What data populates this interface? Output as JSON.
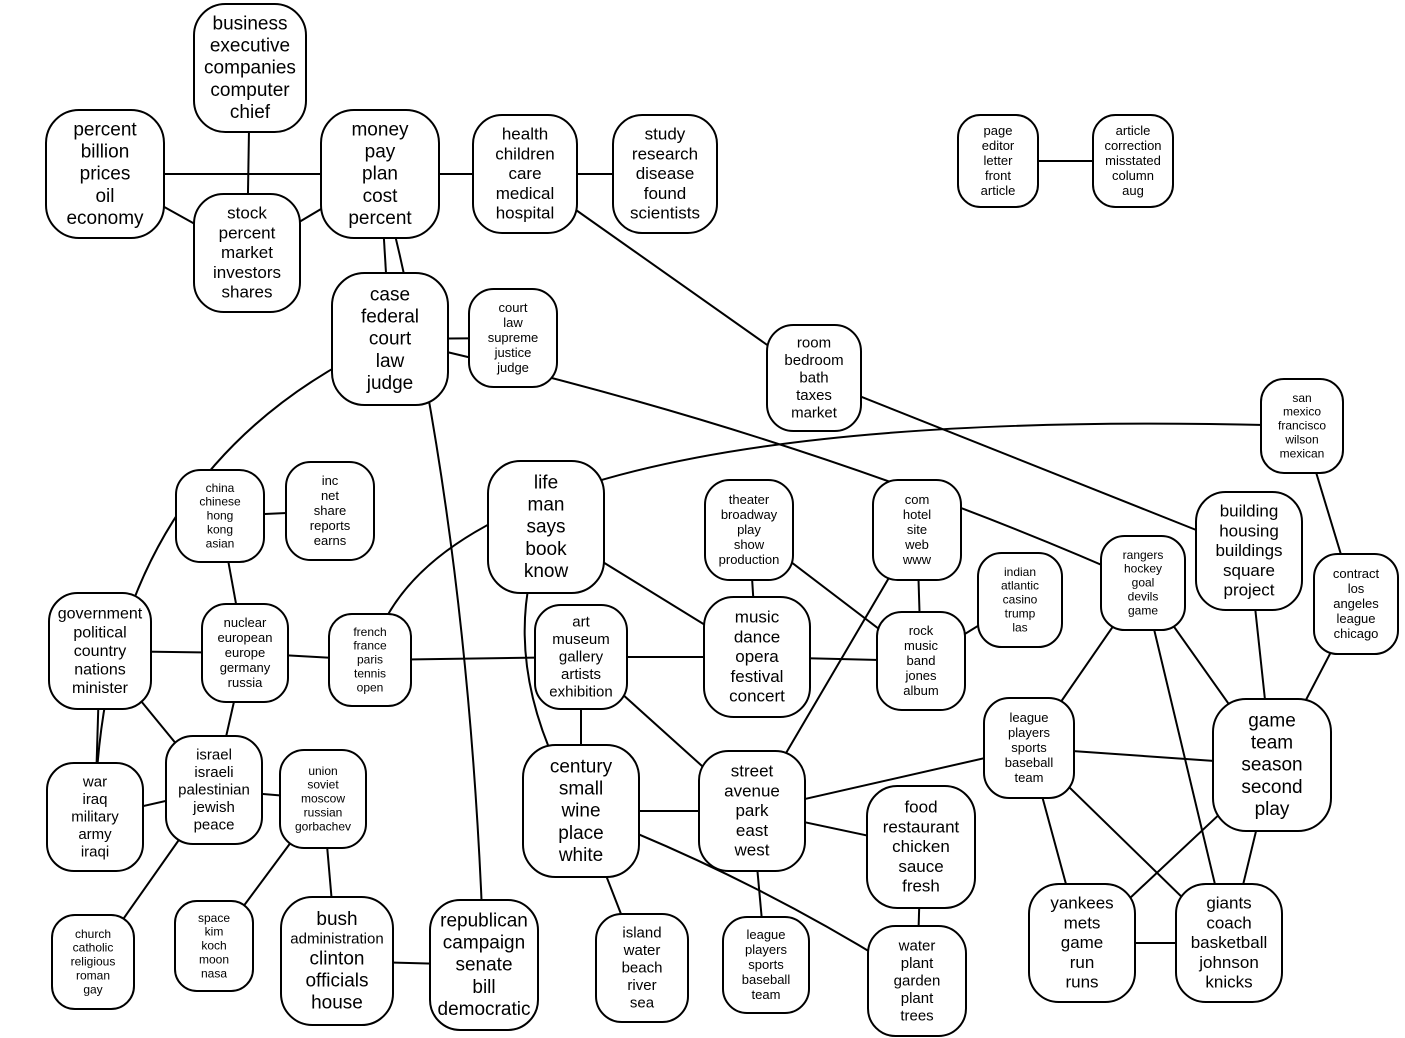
{
  "nodes": [
    {
      "id": "business",
      "words": [
        "business",
        "executive",
        "companies",
        "computer",
        "chief"
      ]
    },
    {
      "id": "percent_billion",
      "words": [
        "percent",
        "billion",
        "prices",
        "oil",
        "economy"
      ]
    },
    {
      "id": "stock",
      "words": [
        "stock",
        "percent",
        "market",
        "investors",
        "shares"
      ]
    },
    {
      "id": "money",
      "words": [
        "money",
        "pay",
        "plan",
        "cost",
        "percent"
      ]
    },
    {
      "id": "health",
      "words": [
        "health",
        "children",
        "care",
        "medical",
        "hospital"
      ]
    },
    {
      "id": "study",
      "words": [
        "study",
        "research",
        "disease",
        "found",
        "scientists"
      ]
    },
    {
      "id": "page",
      "words": [
        "page",
        "editor",
        "letter",
        "front",
        "article"
      ]
    },
    {
      "id": "article",
      "words": [
        "article",
        "correction",
        "misstated",
        "column",
        "aug"
      ]
    },
    {
      "id": "case",
      "words": [
        "case",
        "federal",
        "court",
        "law",
        "judge"
      ]
    },
    {
      "id": "court",
      "words": [
        "court",
        "law",
        "supreme",
        "justice",
        "judge"
      ]
    },
    {
      "id": "room",
      "words": [
        "room",
        "bedroom",
        "bath",
        "taxes",
        "market"
      ]
    },
    {
      "id": "san",
      "words": [
        "san",
        "mexico",
        "francisco",
        "wilson",
        "mexican"
      ]
    },
    {
      "id": "china",
      "words": [
        "china",
        "chinese",
        "hong",
        "kong",
        "asian"
      ]
    },
    {
      "id": "inc",
      "words": [
        "inc",
        "net",
        "share",
        "reports",
        "earns"
      ]
    },
    {
      "id": "life",
      "words": [
        "life",
        "man",
        "says",
        "book",
        "know"
      ]
    },
    {
      "id": "theater",
      "words": [
        "theater",
        "broadway",
        "play",
        "show",
        "production"
      ]
    },
    {
      "id": "com",
      "words": [
        "com",
        "hotel",
        "site",
        "web",
        "www"
      ]
    },
    {
      "id": "indian",
      "words": [
        "indian",
        "atlantic",
        "casino",
        "trump",
        "las"
      ]
    },
    {
      "id": "rangers",
      "words": [
        "rangers",
        "hockey",
        "goal",
        "devils",
        "game"
      ]
    },
    {
      "id": "building",
      "words": [
        "building",
        "housing",
        "buildings",
        "square",
        "project"
      ]
    },
    {
      "id": "contract",
      "words": [
        "contract",
        "los",
        "angeles",
        "league",
        "chicago"
      ]
    },
    {
      "id": "government",
      "words": [
        "government",
        "political",
        "country",
        "nations",
        "minister"
      ]
    },
    {
      "id": "nuclear",
      "words": [
        "nuclear",
        "european",
        "europe",
        "germany",
        "russia"
      ]
    },
    {
      "id": "french",
      "words": [
        "french",
        "france",
        "paris",
        "tennis",
        "open"
      ]
    },
    {
      "id": "art",
      "words": [
        "art",
        "museum",
        "gallery",
        "artists",
        "exhibition"
      ]
    },
    {
      "id": "music",
      "words": [
        "music",
        "dance",
        "opera",
        "festival",
        "concert"
      ]
    },
    {
      "id": "rock",
      "words": [
        "rock",
        "music",
        "band",
        "jones",
        "album"
      ]
    },
    {
      "id": "league_a",
      "words": [
        "league",
        "players",
        "sports",
        "baseball",
        "team"
      ]
    },
    {
      "id": "game",
      "words": [
        "game",
        "team",
        "season",
        "second",
        "play"
      ]
    },
    {
      "id": "war",
      "words": [
        "war",
        "iraq",
        "military",
        "army",
        "iraqi"
      ]
    },
    {
      "id": "israel",
      "words": [
        "israel",
        "israeli",
        "palestinian",
        "jewish",
        "peace"
      ]
    },
    {
      "id": "union",
      "words": [
        "union",
        "soviet",
        "moscow",
        "russian",
        "gorbachev"
      ]
    },
    {
      "id": "century",
      "words": [
        "century",
        "small",
        "wine",
        "place",
        "white"
      ]
    },
    {
      "id": "street",
      "words": [
        "street",
        "avenue",
        "park",
        "east",
        "west"
      ]
    },
    {
      "id": "food",
      "words": [
        "food",
        "restaurant",
        "chicken",
        "sauce",
        "fresh"
      ]
    },
    {
      "id": "church",
      "words": [
        "church",
        "catholic",
        "religious",
        "roman",
        "gay"
      ]
    },
    {
      "id": "space",
      "words": [
        "space",
        "kim",
        "koch",
        "moon",
        "nasa"
      ]
    },
    {
      "id": "bush",
      "words": [
        "bush",
        "administration",
        "clinton",
        "officials",
        "house"
      ]
    },
    {
      "id": "republican",
      "words": [
        "republican",
        "campaign",
        "senate",
        "bill",
        "democratic"
      ]
    },
    {
      "id": "island",
      "words": [
        "island",
        "water",
        "beach",
        "river",
        "sea"
      ]
    },
    {
      "id": "league_b",
      "words": [
        "league",
        "players",
        "sports",
        "baseball",
        "team"
      ]
    },
    {
      "id": "water",
      "words": [
        "water",
        "plant",
        "garden",
        "plant",
        "trees"
      ]
    },
    {
      "id": "yankees",
      "words": [
        "yankees",
        "mets",
        "game",
        "run",
        "runs"
      ]
    },
    {
      "id": "giants",
      "words": [
        "giants",
        "coach",
        "basketball",
        "johnson",
        "knicks"
      ]
    }
  ],
  "edges": [
    [
      "business",
      "stock"
    ],
    [
      "percent_billion",
      "money"
    ],
    [
      "percent_billion",
      "stock"
    ],
    [
      "stock",
      "money"
    ],
    [
      "money",
      "health"
    ],
    [
      "money",
      "case"
    ],
    [
      "money",
      "republican"
    ],
    [
      "health",
      "study"
    ],
    [
      "health",
      "room"
    ],
    [
      "page",
      "article"
    ],
    [
      "case",
      "court"
    ],
    [
      "case",
      "war"
    ],
    [
      "case",
      "rangers"
    ],
    [
      "room",
      "building"
    ],
    [
      "san",
      "french"
    ],
    [
      "san",
      "contract"
    ],
    [
      "china",
      "inc"
    ],
    [
      "china",
      "nuclear"
    ],
    [
      "life",
      "music"
    ],
    [
      "life",
      "century"
    ],
    [
      "theater",
      "music"
    ],
    [
      "theater",
      "rock"
    ],
    [
      "com",
      "rock"
    ],
    [
      "com",
      "street"
    ],
    [
      "indian",
      "rock"
    ],
    [
      "rangers",
      "league_a"
    ],
    [
      "rangers",
      "game"
    ],
    [
      "rangers",
      "giants"
    ],
    [
      "building",
      "game"
    ],
    [
      "contract",
      "game"
    ],
    [
      "government",
      "nuclear"
    ],
    [
      "government",
      "war"
    ],
    [
      "government",
      "israel"
    ],
    [
      "nuclear",
      "french"
    ],
    [
      "nuclear",
      "israel"
    ],
    [
      "french",
      "art"
    ],
    [
      "art",
      "music"
    ],
    [
      "art",
      "century"
    ],
    [
      "art",
      "street"
    ],
    [
      "music",
      "rock"
    ],
    [
      "league_a",
      "street"
    ],
    [
      "league_a",
      "game"
    ],
    [
      "league_a",
      "yankees"
    ],
    [
      "league_a",
      "giants"
    ],
    [
      "game",
      "yankees"
    ],
    [
      "game",
      "giants"
    ],
    [
      "war",
      "israel"
    ],
    [
      "israel",
      "union"
    ],
    [
      "israel",
      "church"
    ],
    [
      "union",
      "space"
    ],
    [
      "union",
      "bush"
    ],
    [
      "century",
      "street"
    ],
    [
      "century",
      "island"
    ],
    [
      "century",
      "water"
    ],
    [
      "street",
      "food"
    ],
    [
      "street",
      "league_b"
    ],
    [
      "food",
      "water"
    ],
    [
      "bush",
      "republican"
    ],
    [
      "yankees",
      "giants"
    ]
  ]
}
